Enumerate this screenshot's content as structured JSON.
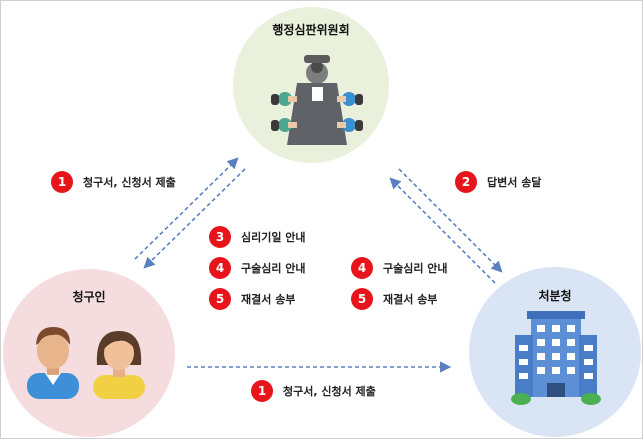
{
  "nodes": {
    "commission": {
      "title": "행정심판위원회",
      "color": "#e9f0dc"
    },
    "claimant": {
      "title": "청구인",
      "color": "#f5dcde"
    },
    "agency": {
      "title": "처분청",
      "color": "#d9e4f5"
    }
  },
  "steps": {
    "left_submit": {
      "num": "1",
      "label": "청구서, 신청서 제출"
    },
    "right_reply": {
      "num": "2",
      "label": "답변서 송달"
    },
    "hearing_date": {
      "num": "3",
      "label": "심리기일 안내"
    },
    "oral_left": {
      "num": "4",
      "label": "구술심리 안내"
    },
    "ruling_left": {
      "num": "5",
      "label": "재결서 송부"
    },
    "oral_right": {
      "num": "4",
      "label": "구술심리 안내"
    },
    "ruling_right": {
      "num": "5",
      "label": "재결서 송부"
    },
    "bottom_submit": {
      "num": "1",
      "label": "청구서, 신청서 제출"
    }
  },
  "colors": {
    "badge": "#e8141b",
    "arrow": "#5b7fc0"
  },
  "icons": {
    "commission": "meeting-table-icon",
    "claimant": "two-people-icon",
    "agency": "office-building-icon"
  }
}
